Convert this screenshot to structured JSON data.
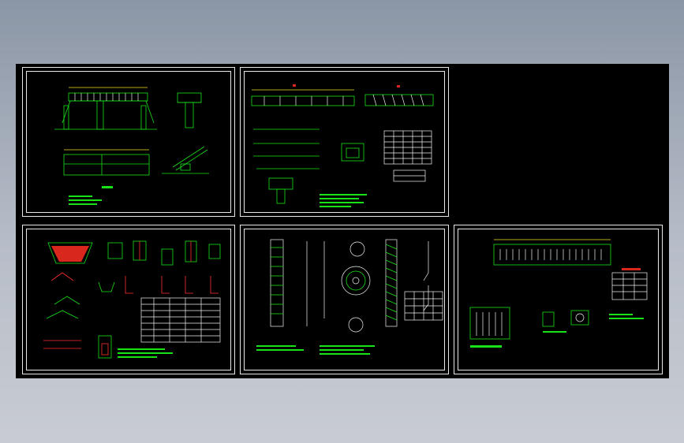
{
  "drawing": {
    "sheets": [
      {
        "id": "sheet-1",
        "label": ""
      },
      {
        "id": "sheet-2",
        "label": ""
      },
      {
        "id": "sheet-3",
        "label": ""
      },
      {
        "id": "sheet-4",
        "label": ""
      },
      {
        "id": "sheet-5",
        "label": ""
      }
    ],
    "colors": {
      "background": "#000000",
      "frame": "#e8e8e8",
      "linework": "#17e317",
      "highlight": "#d8281e",
      "dimension": "#f0e020"
    }
  }
}
